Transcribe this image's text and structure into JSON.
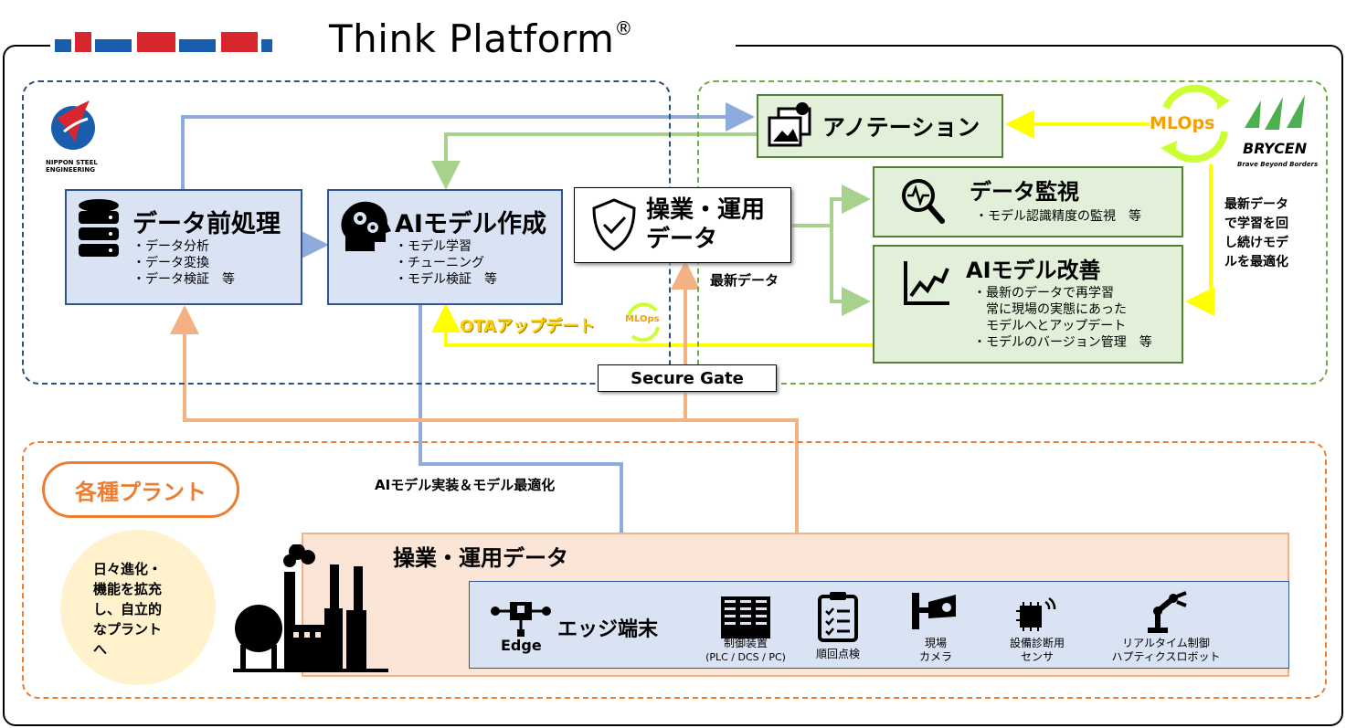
{
  "header": {
    "title": "Think Platform",
    "title_mark": "®"
  },
  "logos": {
    "nse_text_1": "NIPPON STEEL",
    "nse_text_2": "ENGINEERING",
    "brycen_name": "BRYCEN",
    "brycen_tagline": "Brave Beyond Borders"
  },
  "preprocess": {
    "title": "データ前処理",
    "bullets": [
      "・データ分析",
      "・データ変換",
      "・データ検証　等"
    ]
  },
  "ai_create": {
    "title": "AIモデル作成",
    "bullets": [
      "・モデル学習",
      "・チューニング",
      "・モデル検証　等"
    ]
  },
  "op_data": {
    "line1": "操業・運用",
    "line2": "データ"
  },
  "latest_data_label": "最新データ",
  "annotation": {
    "title": "アノテーション"
  },
  "monitor": {
    "title": "データ監視",
    "bullets": [
      "・モデル認識精度の監視　等"
    ]
  },
  "improve": {
    "title": "AIモデル改善",
    "bullets": [
      "・最新のデータで再学習",
      "常に現場の実態にあった",
      "モデルへとアップデート",
      "・モデルのバージョン管理　等"
    ]
  },
  "mlops": {
    "big": "MLOps",
    "small": "MLOps"
  },
  "side_note": [
    "最新データ",
    "で学習を回",
    "し続けモデ",
    "ルを最適化"
  ],
  "ota_label": "OTAアップデート",
  "secure_gate": "Secure Gate",
  "deploy_label": "AIモデル実装＆モデル最適化",
  "plants": {
    "label": "各種プラント",
    "note": [
      "日々進化・",
      "機能を拡充",
      "し、自立的",
      "なプラント",
      "へ"
    ]
  },
  "ops_section": {
    "title": "操業・運用データ"
  },
  "edge": {
    "title": "エッジ端末",
    "icon_label": "Edge",
    "devices": [
      {
        "icon": "control-unit-icon",
        "lines": [
          "制御装置",
          "(PLC / DCS / PC)"
        ]
      },
      {
        "icon": "checklist-icon",
        "lines": [
          "順回点検"
        ]
      },
      {
        "icon": "camera-icon",
        "lines": [
          "現場",
          "カメラ"
        ]
      },
      {
        "icon": "sensor-icon",
        "lines": [
          "設備診断用",
          "センサ"
        ]
      },
      {
        "icon": "robot-arm-icon",
        "lines": [
          "リアルタイム制御",
          "ハプティクスロボット"
        ]
      }
    ]
  },
  "colors": {
    "blue_arrow": "#8faadc",
    "green_arrow": "#a9d18e",
    "orange_arrow": "#f4b183",
    "yellow_arrow": "#ffff00",
    "plant_orange": "#ed7d31"
  }
}
